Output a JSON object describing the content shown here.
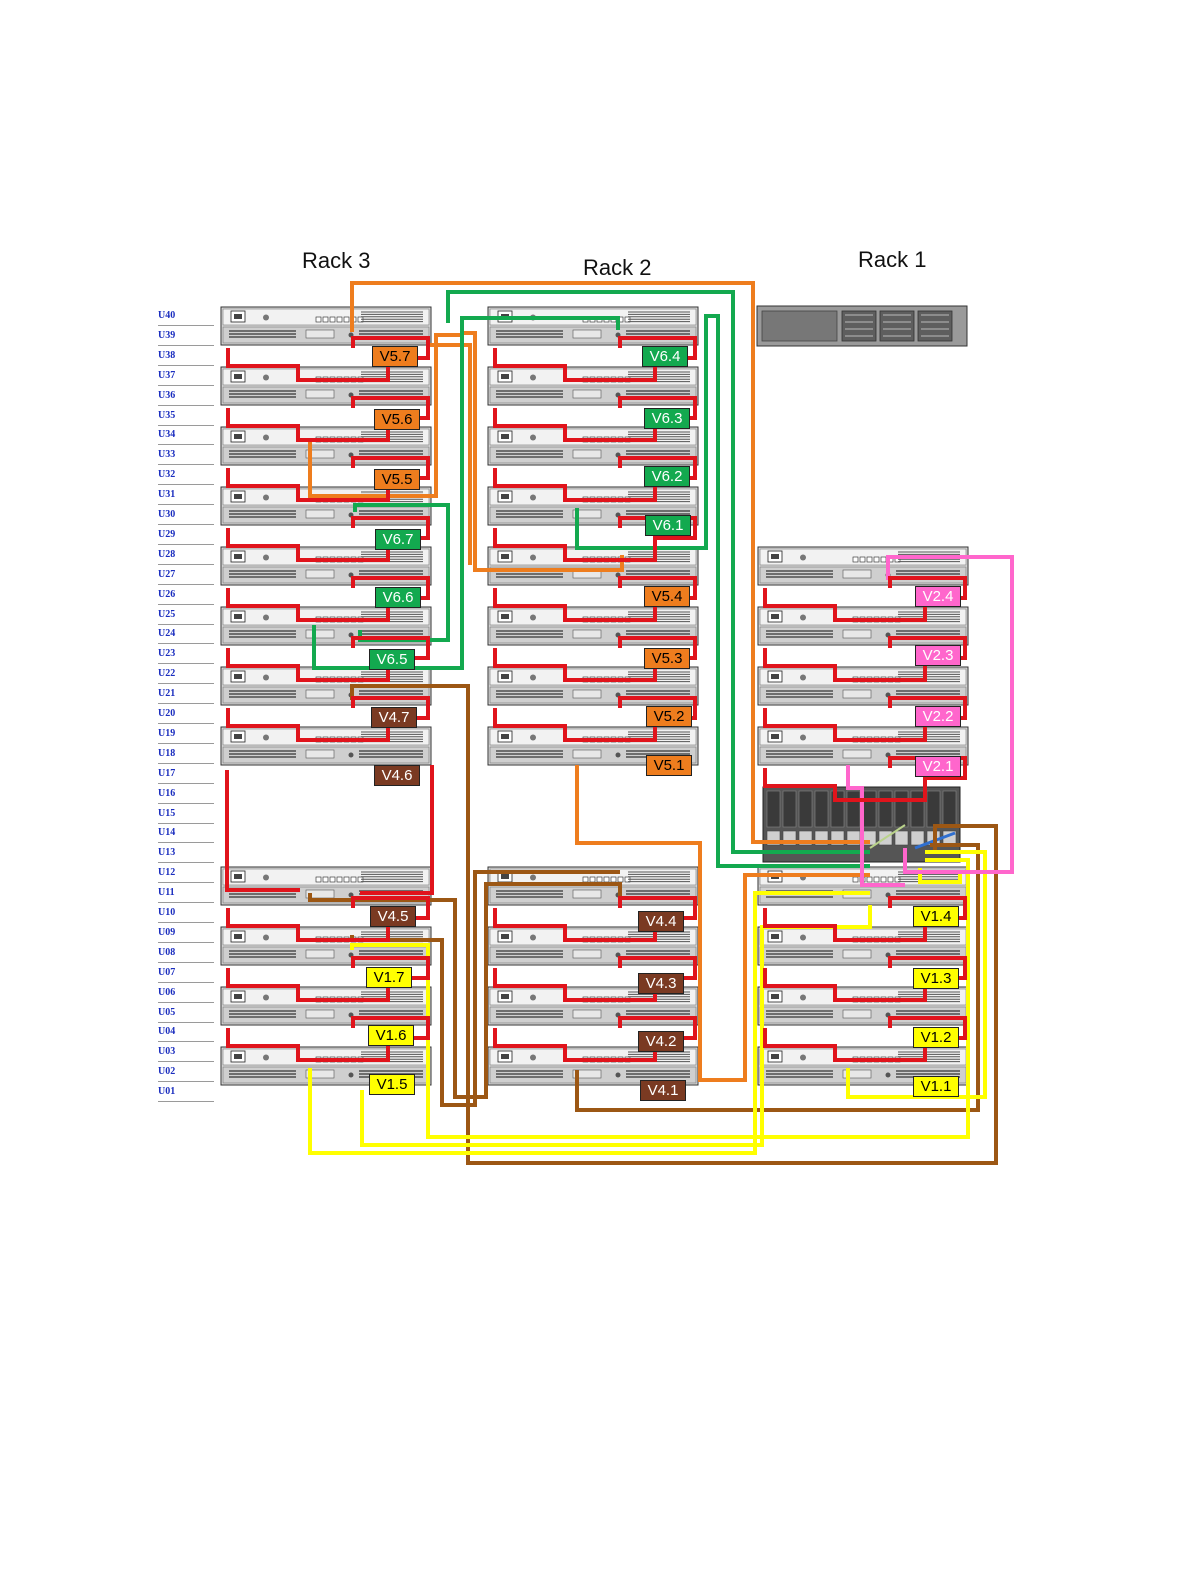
{
  "racks": [
    {
      "id": "rack3",
      "title": "Rack 3"
    },
    {
      "id": "rack2",
      "title": "Rack 2"
    },
    {
      "id": "rack1",
      "title": "Rack 1"
    }
  ],
  "u_labels": [
    "U40",
    "U39",
    "U38",
    "U37",
    "U36",
    "U35",
    "U34",
    "U33",
    "U32",
    "U31",
    "U30",
    "U29",
    "U28",
    "U27",
    "U26",
    "U25",
    "U24",
    "U23",
    "U22",
    "U21",
    "U20",
    "U19",
    "U18",
    "U17",
    "U16",
    "U15",
    "U14",
    "U13",
    "U12",
    "U11",
    "U10",
    "U09",
    "U08",
    "U07",
    "U06",
    "U05",
    "U04",
    "U03",
    "U02",
    "U01"
  ],
  "colors": {
    "loop": "#e0141c",
    "v1": "#ffff00",
    "v2": "#ff66cc",
    "v4": "#7a3a22",
    "v4_cable": "#9c5714",
    "v5": "#ee7d1e",
    "v6": "#13a94f",
    "u_text": "#1a2dbf"
  },
  "volumes": [
    {
      "label": "V5.7",
      "group": "v5"
    },
    {
      "label": "V5.6",
      "group": "v5"
    },
    {
      "label": "V5.5",
      "group": "v5"
    },
    {
      "label": "V6.7",
      "group": "v6"
    },
    {
      "label": "V6.6",
      "group": "v6"
    },
    {
      "label": "V6.5",
      "group": "v6"
    },
    {
      "label": "V4.7",
      "group": "v4"
    },
    {
      "label": "V4.6",
      "group": "v4"
    },
    {
      "label": "V4.5",
      "group": "v4"
    },
    {
      "label": "V1.7",
      "group": "v1"
    },
    {
      "label": "V1.6",
      "group": "v1"
    },
    {
      "label": "V1.5",
      "group": "v1"
    },
    {
      "label": "V6.4",
      "group": "v6"
    },
    {
      "label": "V6.3",
      "group": "v6"
    },
    {
      "label": "V6.2",
      "group": "v6"
    },
    {
      "label": "V6.1",
      "group": "v6"
    },
    {
      "label": "V5.4",
      "group": "v5"
    },
    {
      "label": "V5.3",
      "group": "v5"
    },
    {
      "label": "V5.2",
      "group": "v5"
    },
    {
      "label": "V5.1",
      "group": "v5"
    },
    {
      "label": "V4.4",
      "group": "v4"
    },
    {
      "label": "V4.3",
      "group": "v4"
    },
    {
      "label": "V4.2",
      "group": "v4"
    },
    {
      "label": "V4.1",
      "group": "v4"
    },
    {
      "label": "V2.4",
      "group": "v2"
    },
    {
      "label": "V2.3",
      "group": "v2"
    },
    {
      "label": "V2.2",
      "group": "v2"
    },
    {
      "label": "V2.1",
      "group": "v2"
    },
    {
      "label": "V1.4",
      "group": "v1"
    },
    {
      "label": "V1.3",
      "group": "v1"
    },
    {
      "label": "V1.2",
      "group": "v1"
    },
    {
      "label": "V1.1",
      "group": "v1"
    }
  ]
}
